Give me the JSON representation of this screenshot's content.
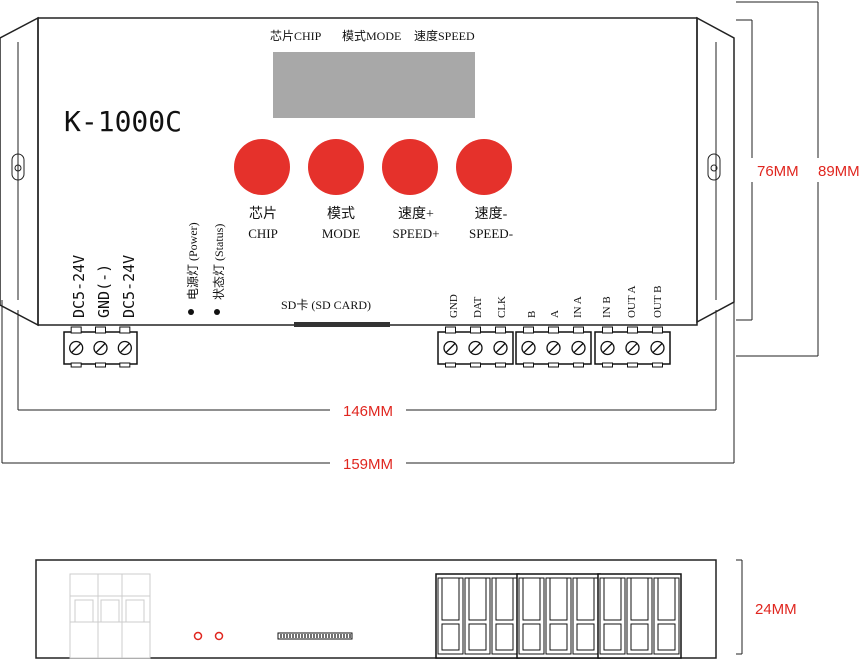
{
  "top_labels": {
    "chip": "芯片CHIP",
    "mode": "模式MODE",
    "speed": "速度SPEED"
  },
  "model": "K-1000C",
  "buttons": [
    {
      "cn": "芯片",
      "en": "CHIP"
    },
    {
      "cn": "模式",
      "en": "MODE"
    },
    {
      "cn": "速度+",
      "en": "SPEED+"
    },
    {
      "cn": "速度-",
      "en": "SPEED-"
    }
  ],
  "power_terminals": [
    "DC5-24V",
    "GND(-)",
    "DC5-24V"
  ],
  "leds": {
    "power": "电源灯 (Power)",
    "status": "状态灯 (Status)"
  },
  "sd_card": "SD卡 (SD CARD)",
  "terminals_a": [
    "GND",
    "DAT",
    "CLK"
  ],
  "terminals_b": [
    "B",
    "A",
    "IN A"
  ],
  "terminals_c": [
    "IN B",
    "OUT A",
    "OUT B"
  ],
  "dimensions": {
    "inner_width": "146MM",
    "outer_width": "159MM",
    "height_inner": "76MM",
    "height_outer": "89MM",
    "depth": "24MM"
  },
  "colors": {
    "button_red": "#e5312b",
    "dimension_red": "#e0261f",
    "display_grey": "#a8a8a8",
    "outline": "#222222"
  }
}
